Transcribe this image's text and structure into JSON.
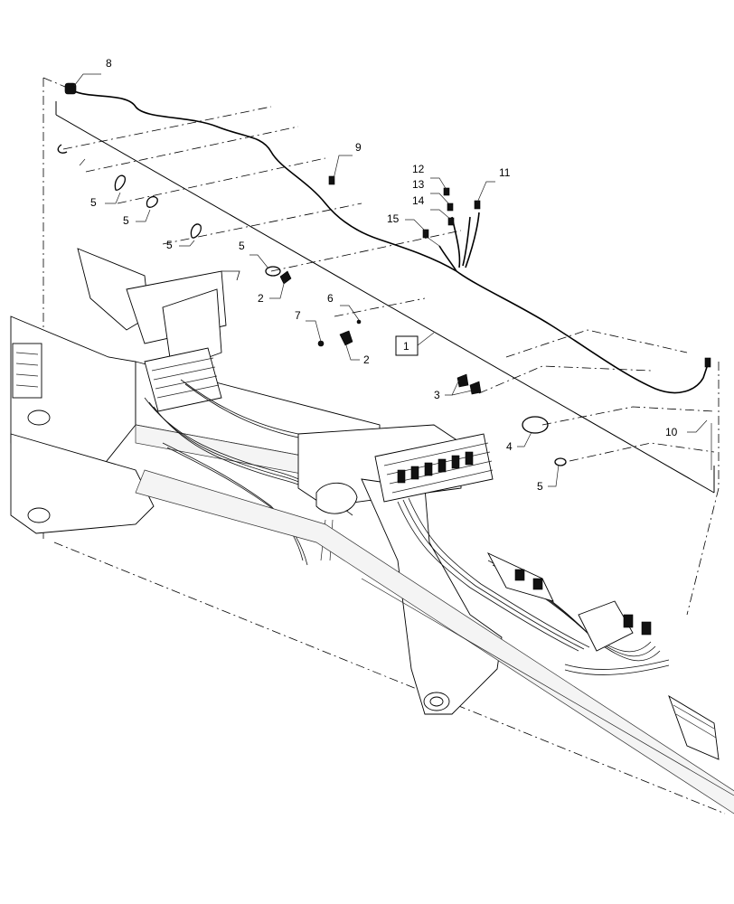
{
  "diagram": {
    "callouts": [
      {
        "id": "c8",
        "label": "8"
      },
      {
        "id": "c9",
        "label": "9"
      },
      {
        "id": "c12",
        "label": "12"
      },
      {
        "id": "c13",
        "label": "13"
      },
      {
        "id": "c14",
        "label": "14"
      },
      {
        "id": "c11",
        "label": "11"
      },
      {
        "id": "c15",
        "label": "15"
      },
      {
        "id": "c5a",
        "label": "5"
      },
      {
        "id": "c5b",
        "label": "5"
      },
      {
        "id": "c5c",
        "label": "5"
      },
      {
        "id": "c5d",
        "label": "5"
      },
      {
        "id": "c2a",
        "label": "2"
      },
      {
        "id": "c6",
        "label": "6"
      },
      {
        "id": "c7",
        "label": "7"
      },
      {
        "id": "c2b",
        "label": "2"
      },
      {
        "id": "c1",
        "label": "1"
      },
      {
        "id": "c3",
        "label": "3"
      },
      {
        "id": "c10",
        "label": "10"
      },
      {
        "id": "c4",
        "label": "4"
      },
      {
        "id": "c5e",
        "label": "5"
      }
    ]
  }
}
